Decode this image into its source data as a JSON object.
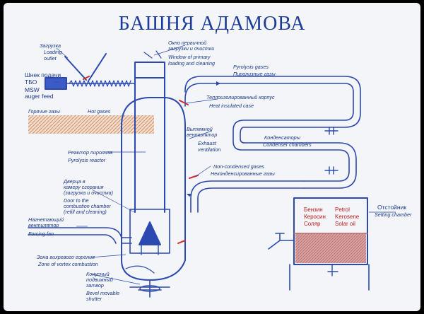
{
  "title": "БАШНЯ АДАМОВА",
  "labels": {
    "loading_ru": "Загрузка",
    "loading_en": "Loading",
    "loading_en2": "outlet",
    "auger_ru": "Шнек подачи",
    "tbo": "ТБО",
    "msw": "MSW",
    "auger_en": "auger feed",
    "window_ru": "Окно первичной",
    "window_ru2": "загрузки и очистки",
    "window_en": "Window of primary",
    "window_en2": "loading and cleaning",
    "pyrolysis_gases_en": "Pyrolysis gases",
    "pyrolysis_gases_ru": "Пиролизные газы",
    "case_ru": "Теплоизолированный корпус",
    "case_en": "Heat insulated case",
    "hot_gases_ru": "Горячие газы",
    "hot_gases_en": "Hot gases",
    "exhaust_ru": "Вытяжной",
    "exhaust_ru2": "вентилятор",
    "exhaust_en": "Exhaust",
    "exhaust_en2": "ventilation",
    "condensers_ru": "Конденсаторы",
    "condensers_en": "Condenser chambers",
    "reactor_ru": "Реактор пиролиза",
    "reactor_en": "Pyrolysis reactor",
    "noncondensed_en": "Non-condensed gases",
    "noncondensed_ru": "Неконденсированные газы",
    "door_ru": "Дверца в",
    "door_ru2": "камеру сгорания",
    "door_ru3": "(загрузка и очистка)",
    "door_en": "Door to the",
    "door_en2": "combustion chamber",
    "door_en3": "(refill and cleaning)",
    "settling_ru": "Отстойник",
    "settling_en": "Setting chamber",
    "fan_ru": "Нагнетающий",
    "fan_ru2": "вентилятор",
    "fan_en": "Forcing fan",
    "vortex_ru": "Зона вихревого горения",
    "vortex_en": "Zone of vortex combustion",
    "shutter_ru": "Конусный",
    "shutter_ru2": "подвижный",
    "shutter_ru3": "затвор",
    "shutter_en": "Bevel movable",
    "shutter_en2": "shutter"
  },
  "tank": {
    "fuels_ru": [
      "Бензин",
      "Керосин",
      "Соляр"
    ],
    "fuels_en": [
      "Petrol",
      "Kerosene",
      "Solar oil"
    ]
  },
  "colors": {
    "line": "#2b49b0",
    "title": "#1b3c98",
    "valve": "#d12b2b",
    "fuel_text": "#c21b1b",
    "hot_gases_fill": "#f0dcc8",
    "oil_fill": "#d9a3a3"
  }
}
